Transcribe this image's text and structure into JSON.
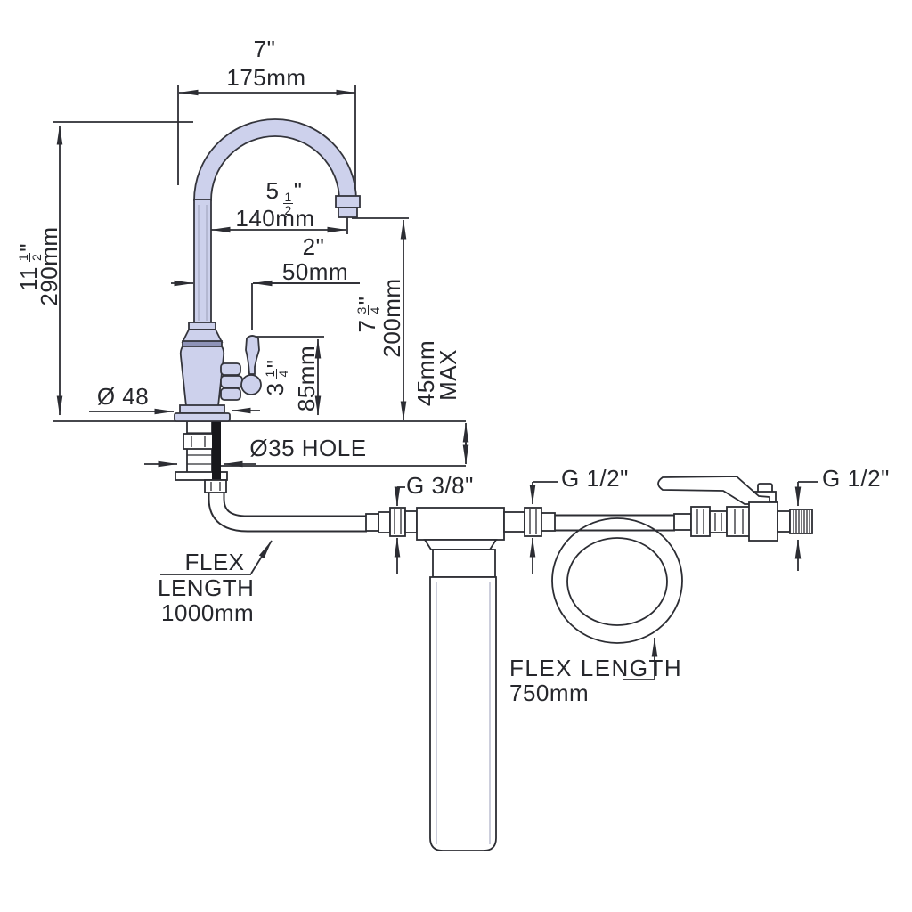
{
  "title": "Filter faucet installation drawing",
  "dims": {
    "spout_width_in": "7\"",
    "spout_width_mm": "175mm",
    "spout_reach_in": {
      "whole": "5",
      "num": "1",
      "den": "2",
      "unit": "\""
    },
    "spout_reach_mm": "140mm",
    "handle_offset_in": "2\"",
    "handle_offset_mm": "50mm",
    "total_height_in": {
      "whole": "11",
      "num": "1",
      "den": "2",
      "unit": "\""
    },
    "total_height_mm": "290mm",
    "outlet_height_in": {
      "whole": "7",
      "num": "3",
      "den": "4",
      "unit": "\""
    },
    "outlet_height_mm": "200mm",
    "counter_max_mm": "45mm",
    "counter_max_label": "MAX",
    "handle_height_in": {
      "whole": "3",
      "num": "1",
      "den": "4",
      "unit": "\""
    },
    "handle_height_mm": "85mm",
    "base_diameter": "Ø 48",
    "mount_hole": "Ø35 HOLE",
    "filter_inlet_thread": "G 3/8\"",
    "filter_outlet_thread": "G 1/2\"",
    "valve_outlet_thread": "G 1/2\"",
    "faucet_flex": {
      "line1": "FLEX",
      "line2": "LENGTH",
      "line3": "1000mm"
    },
    "supply_flex": {
      "line1": "FLEX LENGTH",
      "line2": "750mm"
    }
  },
  "colors": {
    "faucet_fill": "#cdd1ec",
    "faucet_band": "#8e93b8",
    "hose_black": "#17171b",
    "line": "#2c2d33"
  }
}
